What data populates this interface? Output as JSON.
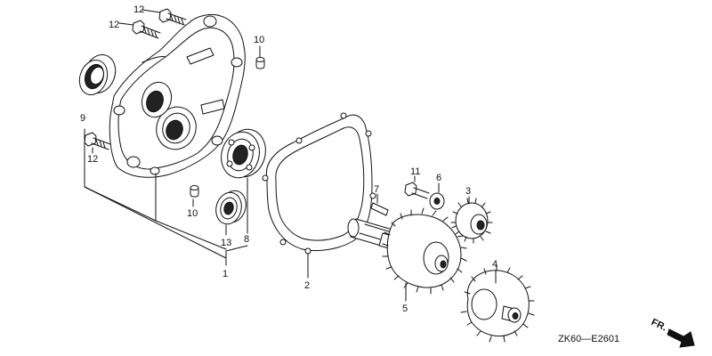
{
  "diagram": {
    "drawing_code": "ZK60—E2601",
    "front_label": "FR.",
    "callouts": {
      "c1": "1",
      "c2": "2",
      "c3": "3",
      "c4": "4",
      "c5": "5",
      "c6": "6",
      "c7": "7",
      "c8": "8",
      "c9": "9",
      "c10a": "10",
      "c10b": "10",
      "c11": "11",
      "c12a": "12",
      "c12b": "12",
      "c12c": "12",
      "c13": "13"
    }
  }
}
